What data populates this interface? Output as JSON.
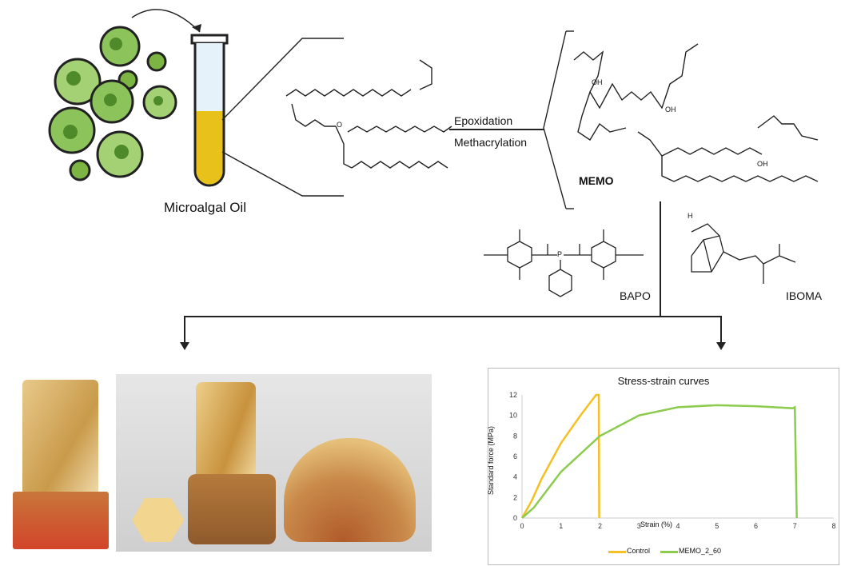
{
  "labels": {
    "microalgal_oil": "Microalgal Oil",
    "epoxidation": "Epoxidation",
    "methacrylation": "Methacrylation",
    "memo": "MEMO",
    "bapo": "BAPO",
    "iboma": "IBOMA"
  },
  "atoms": {
    "o": "O",
    "oh": "OH",
    "p": "P",
    "h": "H"
  },
  "colors": {
    "control": "#F5C024",
    "memo": "#8DCB4F",
    "oil": "#E8C21A",
    "algae": "#7DB544"
  },
  "chart_data": {
    "type": "line",
    "title": "Stress-strain curves",
    "xlabel": "Strain (%)",
    "ylabel": "Standard force (MPa)",
    "xlim": [
      0,
      8
    ],
    "ylim": [
      0,
      12
    ],
    "xticks": [
      "0",
      "1",
      "2",
      "3",
      "4",
      "5",
      "6",
      "7",
      "8"
    ],
    "yticks": [
      "0",
      "2",
      "4",
      "6",
      "8",
      "10",
      "12"
    ],
    "grid": false,
    "legend": "bottom",
    "series": [
      {
        "name": "Control",
        "x": [
          0,
          0.25,
          0.5,
          1,
          1.5,
          1.9,
          1.97,
          1.98
        ],
        "y": [
          0,
          1.7,
          3.8,
          7.3,
          10,
          12,
          12,
          0
        ]
      },
      {
        "name": "MEMO_2_60",
        "x": [
          0,
          0.3,
          1,
          2,
          3,
          4,
          5,
          6,
          6.95,
          7,
          7.05
        ],
        "y": [
          0,
          1,
          4.5,
          8,
          10,
          10.8,
          11,
          10.9,
          10.7,
          10.8,
          0
        ]
      }
    ]
  }
}
